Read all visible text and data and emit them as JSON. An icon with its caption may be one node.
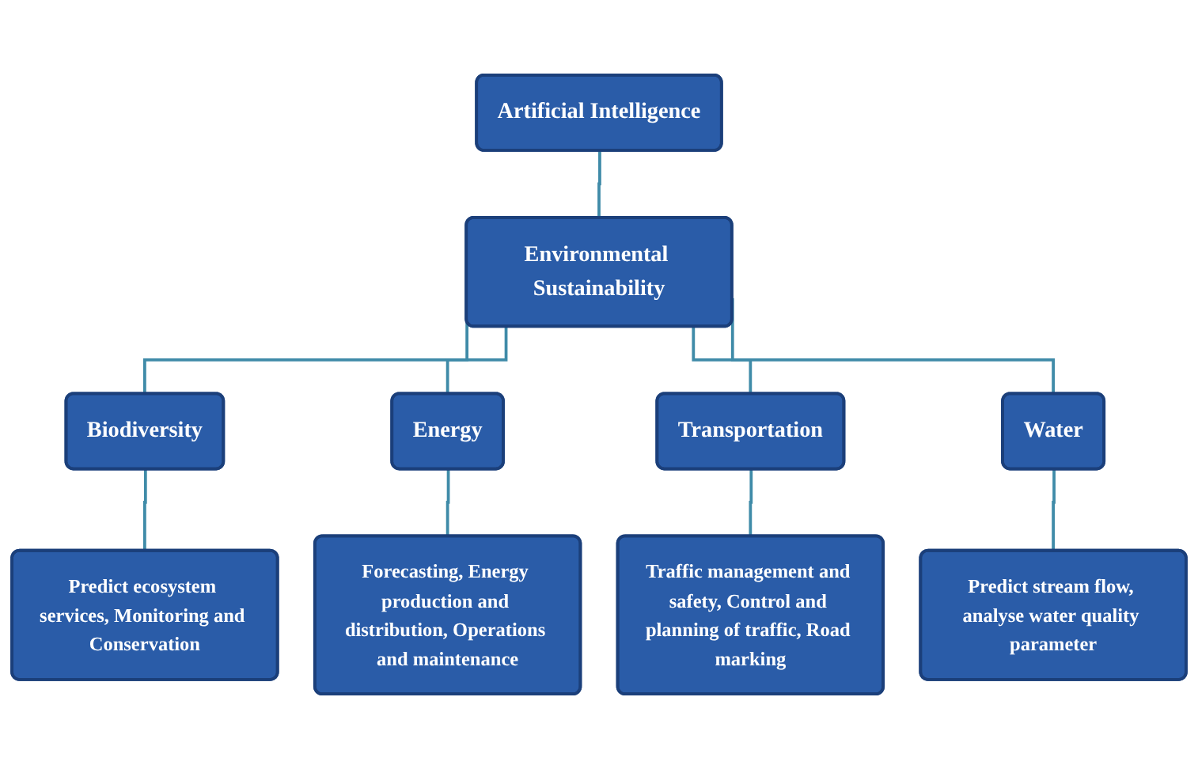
{
  "diagram": {
    "nodes": [
      {
        "text": [
          "Artificial Intelligence"
        ]
      },
      {
        "text": [
          "Environmental Sustainability"
        ]
      },
      {
        "text": [
          "Biodiversity"
        ]
      },
      {
        "text": [
          "Energy"
        ]
      },
      {
        "text": [
          "Transportation"
        ]
      },
      {
        "text": [
          "Water"
        ]
      },
      {
        "text": [
          "Predict ecosystem services, Monitoring and Conservation"
        ]
      },
      {
        "text": [
          "Forecasting, Energy production and distribution, Operations and maintenance"
        ]
      },
      {
        "text": [
          "Traffic management and safety, Control and planning of traffic, Road marking"
        ]
      },
      {
        "text": [
          "Predict stream flow, analyse water quality parameter"
        ]
      }
    ],
    "edges": [
      {
        "from": 0,
        "to": 1,
        "arrow": "none"
      },
      {
        "from": 1,
        "to": 2,
        "arrow": "none"
      },
      {
        "from": 1,
        "to": 3,
        "arrow": "none"
      },
      {
        "from": 1,
        "to": 4,
        "arrow": "none"
      },
      {
        "from": 1,
        "to": 5,
        "arrow": "none"
      },
      {
        "from": 2,
        "to": 6,
        "arrow": "none"
      },
      {
        "from": 3,
        "to": 7,
        "arrow": "none"
      },
      {
        "from": 4,
        "to": 8,
        "arrow": "none"
      },
      {
        "from": 5,
        "to": 9,
        "arrow": "none"
      }
    ]
  }
}
